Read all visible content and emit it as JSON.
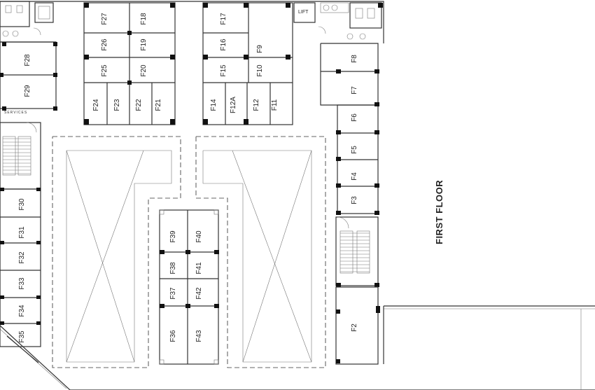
{
  "floor_title": "FIRST FLOOR",
  "lift_label": "LIFT",
  "services_label": "SERVICES",
  "units": [
    {
      "id": "F27",
      "label": "F27"
    },
    {
      "id": "F18",
      "label": "F18"
    },
    {
      "id": "F26",
      "label": "F26"
    },
    {
      "id": "F19",
      "label": "F19"
    },
    {
      "id": "F25",
      "label": "F25"
    },
    {
      "id": "F20",
      "label": "F20"
    },
    {
      "id": "F24",
      "label": "F24"
    },
    {
      "id": "F23",
      "label": "F23"
    },
    {
      "id": "F22",
      "label": "F22"
    },
    {
      "id": "F21",
      "label": "F21"
    },
    {
      "id": "F17",
      "label": "F17"
    },
    {
      "id": "F16",
      "label": "F16"
    },
    {
      "id": "F15",
      "label": "F15"
    },
    {
      "id": "F9",
      "label": "F9"
    },
    {
      "id": "F10",
      "label": "F10"
    },
    {
      "id": "F14",
      "label": "F14"
    },
    {
      "id": "F12A",
      "label": "F12A"
    },
    {
      "id": "F12",
      "label": "F12"
    },
    {
      "id": "F11",
      "label": "F11"
    },
    {
      "id": "F8",
      "label": "F8"
    },
    {
      "id": "F7",
      "label": "F7"
    },
    {
      "id": "F6",
      "label": "F6"
    },
    {
      "id": "F5",
      "label": "F5"
    },
    {
      "id": "F4",
      "label": "F4"
    },
    {
      "id": "F3",
      "label": "F3"
    },
    {
      "id": "F2",
      "label": "F2"
    },
    {
      "id": "F28",
      "label": "F28"
    },
    {
      "id": "F29",
      "label": "F29"
    },
    {
      "id": "F30",
      "label": "F30"
    },
    {
      "id": "F31",
      "label": "F31"
    },
    {
      "id": "F32",
      "label": "F32"
    },
    {
      "id": "F33",
      "label": "F33"
    },
    {
      "id": "F34",
      "label": "F34"
    },
    {
      "id": "F35",
      "label": "F35"
    },
    {
      "id": "F39",
      "label": "F39"
    },
    {
      "id": "F40",
      "label": "F40"
    },
    {
      "id": "F38",
      "label": "F38"
    },
    {
      "id": "F41",
      "label": "F41"
    },
    {
      "id": "F37",
      "label": "F37"
    },
    {
      "id": "F42",
      "label": "F42"
    },
    {
      "id": "F36",
      "label": "F36"
    },
    {
      "id": "F43",
      "label": "F43"
    }
  ]
}
